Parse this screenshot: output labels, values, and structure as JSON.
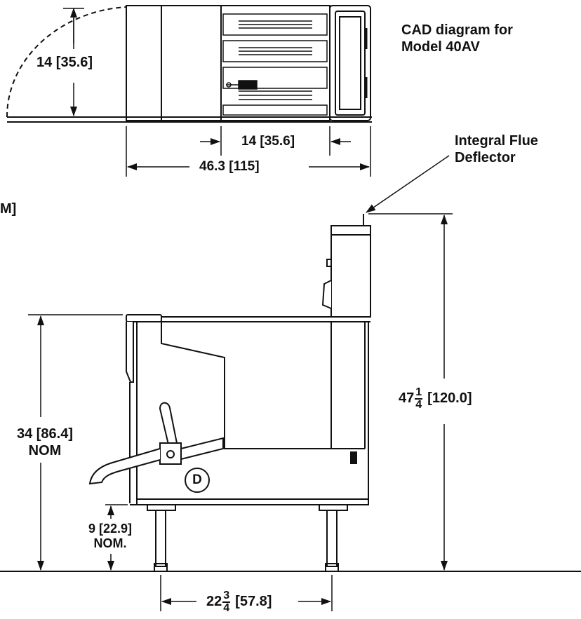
{
  "title": {
    "line1": "CAD diagram for",
    "line2": "Model 40AV"
  },
  "callouts": {
    "flue_line1": "Integral Flue",
    "flue_line2": "Deflector",
    "cut_fragment": "M]",
    "drain_marker": "D"
  },
  "dimensions": {
    "door_swing": "14 [35.6]",
    "basket_depth": "14 [35.6]",
    "overall_depth": "46.3 [115]",
    "overall_height_whole": "47",
    "overall_height_num": "1",
    "overall_height_den": "4",
    "overall_height_metric": "[120.0]",
    "work_height_line1": "34 [86.4]",
    "work_height_line2": "NOM",
    "leg_height_line1": "9 [22.9]",
    "leg_height_line2": "NOM.",
    "leg_spacing_whole": "22",
    "leg_spacing_num": "3",
    "leg_spacing_den": "4",
    "leg_spacing_metric": "[57.8]"
  },
  "colors": {
    "line": "#111111",
    "fill": "#ffffff",
    "shade": "#d9d9d9"
  }
}
